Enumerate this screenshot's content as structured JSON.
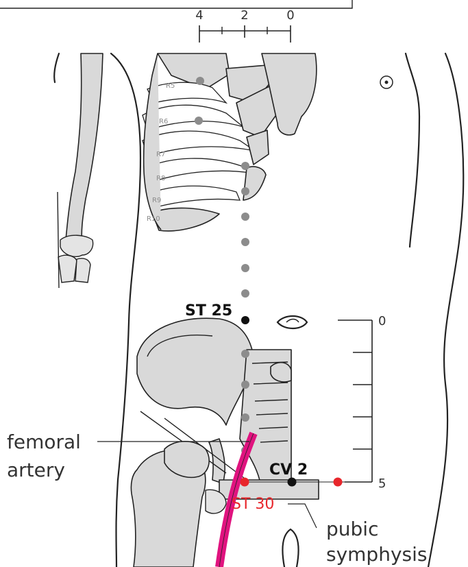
{
  "labels": {
    "st25": "ST 25",
    "st30": "ST 30",
    "cv2": "CV 2",
    "femoral_artery_line1": "femoral",
    "femoral_artery_line2": "artery",
    "pubic_symphysis_line1": "pubic",
    "pubic_symphysis_line2": "symphysis"
  },
  "top_scale": {
    "ticks": [
      "4",
      "2",
      "0"
    ]
  },
  "side_scale": {
    "top_label": "0",
    "bottom_label": "5"
  },
  "rib_labels": [
    "R5",
    "R6",
    "R7",
    "R8",
    "R9",
    "R10"
  ],
  "colors": {
    "acupoint": "#e8262b",
    "reference_point": "#111111",
    "guide_dots": "#8c8c8c",
    "femoral_artery": "#e0137f",
    "bone": "#d9d9d9"
  }
}
